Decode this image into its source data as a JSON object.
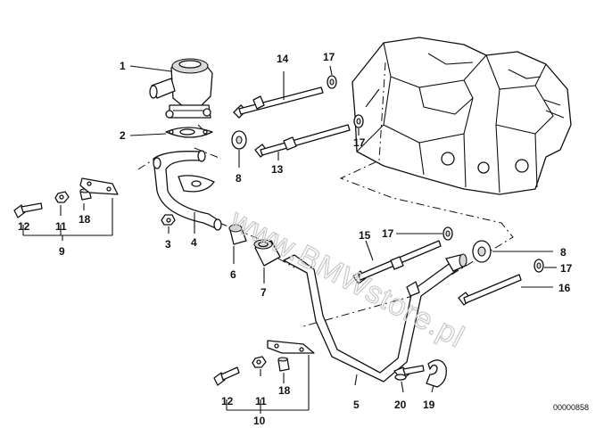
{
  "diagram": {
    "watermark": "www.BMWstore.pl",
    "diagram_number": "00000858",
    "callouts": {
      "c1": "1",
      "c2": "2",
      "c3": "3",
      "c4": "4",
      "c5": "5",
      "c6": "6",
      "c7": "7",
      "c8a": "8",
      "c8b": "8",
      "c9": "9",
      "c10": "10",
      "c11a": "11",
      "c11b": "11",
      "c12a": "12",
      "c12b": "12",
      "c13": "13",
      "c14": "14",
      "c15": "15",
      "c16": "16",
      "c17a": "17",
      "c17b": "17",
      "c17c": "17",
      "c17d": "17",
      "c18a": "18",
      "c18b": "18",
      "c19": "19",
      "c20": "20"
    }
  }
}
